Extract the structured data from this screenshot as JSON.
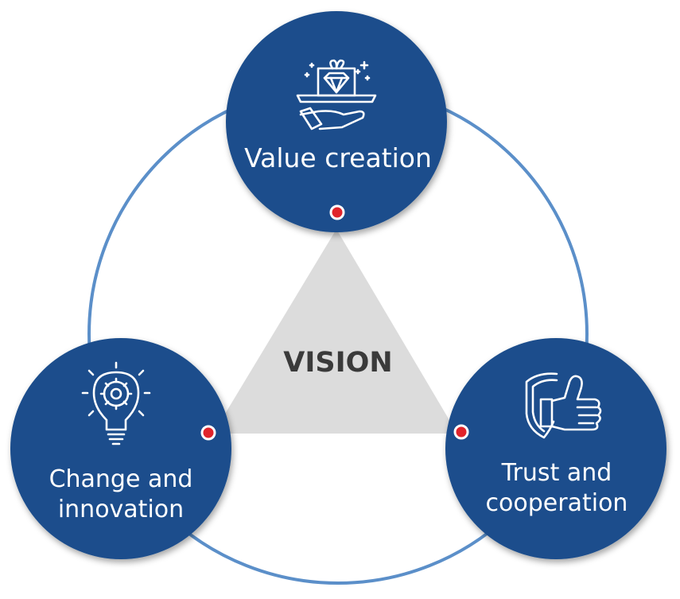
{
  "center": {
    "label": "VISION"
  },
  "nodes": [
    {
      "id": "value",
      "line1": "Value creation",
      "line2": "",
      "icon": "diamond-gift-hand-icon"
    },
    {
      "id": "change",
      "line1": "Change and",
      "line2": "innovation",
      "icon": "lightbulb-gear-icon"
    },
    {
      "id": "trust",
      "line1": "Trust and",
      "line2": "cooperation",
      "icon": "shield-thumbs-up-icon"
    }
  ],
  "colors": {
    "node_fill": "#1a4d8c",
    "ring_stroke": "#5b8fc9",
    "triangle_fill": "#dcdcdc",
    "dot_fill": "#e0242b",
    "center_text": "#3a3a3a"
  }
}
